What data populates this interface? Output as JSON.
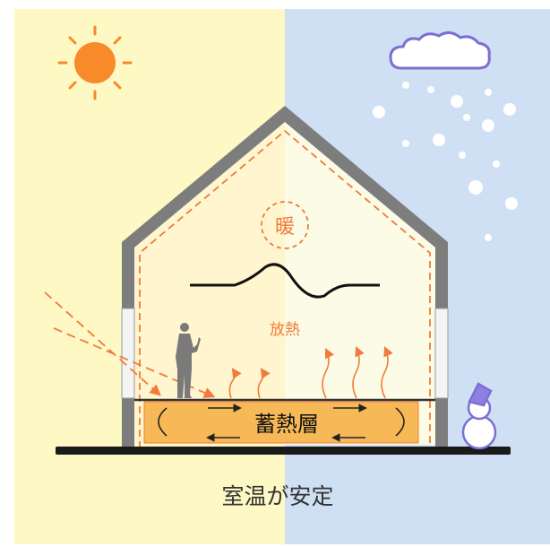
{
  "diagram": {
    "labels": {
      "warm": "暖",
      "heat_release": "放熱",
      "heat_storage_layer": "蓄熱層",
      "caption": "室温が安定"
    },
    "icons": {
      "sun": "sun-icon",
      "cloud": "cloud-icon",
      "snow": "snowflake-icon",
      "snowman": "snowman-icon",
      "person": "person-icon"
    },
    "colors": {
      "sunny_bg": "#fdf8c4",
      "winter_bg": "#cfe0f5",
      "sun": "#f98a2a",
      "cloud_stroke": "#7b6fd1",
      "roof_wall": "#7d7d7d",
      "dashed_orange": "#f07b3a",
      "storage_fill": "#f7b957",
      "interior_warm": "#fff5cf",
      "interior_cool": "#fbfbe6"
    }
  }
}
